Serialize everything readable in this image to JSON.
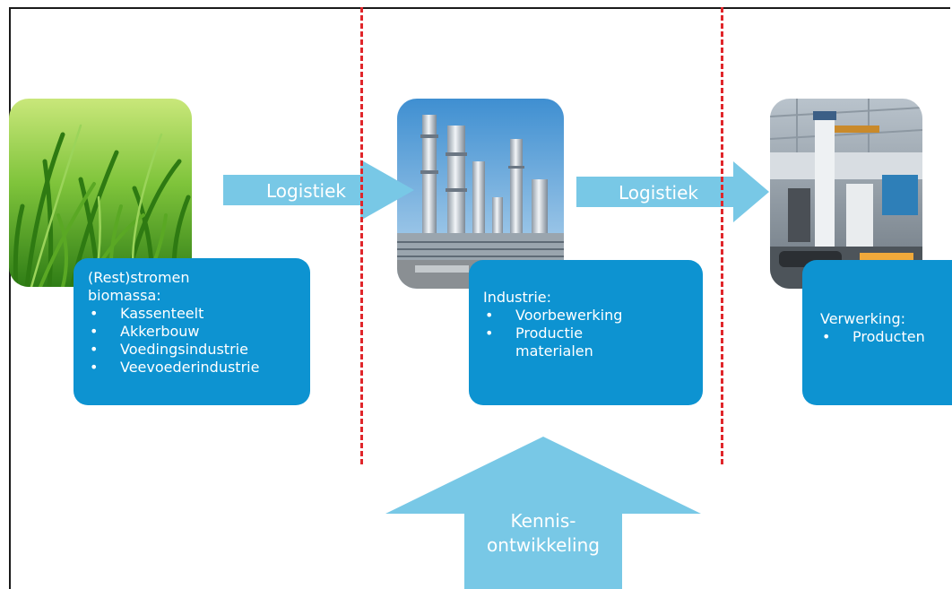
{
  "colors": {
    "box_fill": "#0d93d1",
    "arrow_fill": "#78c8e6",
    "divider": "#e0262b",
    "frame": "#1a1a1a"
  },
  "photos": [
    {
      "name": "grass-photo",
      "subject": "green grass"
    },
    {
      "name": "refinery-photo",
      "subject": "industrial refinery towers"
    },
    {
      "name": "factory-photo",
      "subject": "factory production hall"
    }
  ],
  "stages": {
    "biomass": {
      "title_line1": "(Rest)stromen",
      "title_line2": "biomassa:",
      "items": [
        "Kassenteelt",
        "Akkerbouw",
        "Voedingsindustrie",
        "Veevoederindustrie"
      ]
    },
    "industry": {
      "title": "Industrie:",
      "items": [
        "Voorbewerking",
        "Productie materialen"
      ]
    },
    "processing": {
      "title": "Verwerking:",
      "items": [
        "Producten"
      ]
    }
  },
  "arrows": {
    "logistics_1": "Logistiek",
    "logistics_2": "Logistiek",
    "knowledge_line1": "Kennis-",
    "knowledge_line2": "ontwikkeling"
  }
}
